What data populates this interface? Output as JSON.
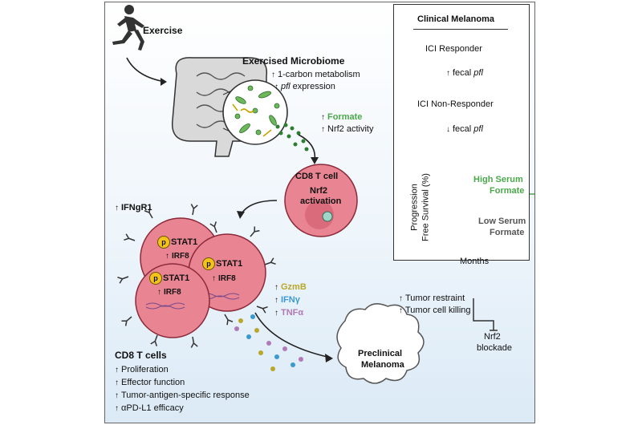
{
  "exercise": "Exercise",
  "microbiome": {
    "title": "Exercised Microbiome",
    "line1": "1-carbon metabolism",
    "line2_italic": "pfl",
    "line2_rest": " expression"
  },
  "formate": {
    "label": "Formate",
    "nrf2": "Nrf2 activity"
  },
  "cd8_top": {
    "title": "CD8 T cell",
    "line1": "Nrf2",
    "line2": "activation"
  },
  "ifngr1": "IFNgR1",
  "cells": {
    "p": "p",
    "stat1": "STAT1",
    "irf8": "IRF8"
  },
  "cytokines": {
    "gzmb": "GzmB",
    "ifny": "IFNγ",
    "tnfa": "TNFα"
  },
  "melanoma": {
    "line1": "Preclinical",
    "line2": "Melanoma"
  },
  "tumor": {
    "restraint": "Tumor restraint",
    "killing": "Tumor cell killing",
    "nrf2": "Nrf2",
    "blockade": "blockade"
  },
  "cd8_bottom": {
    "title": "CD8 T cells",
    "items": [
      "Proliferation",
      "Effector function",
      "Tumor-antigen-specific response",
      "αPD-L1 efficacy"
    ]
  },
  "clinical": {
    "title": "Clinical Melanoma",
    "responder": "ICI Responder",
    "responder_fecal": "fecal ",
    "responder_pfl": "pfl",
    "nonresponder": "ICI Non-Responder",
    "nonresponder_fecal": "fecal ",
    "nonresponder_pfl": "pfl",
    "yaxis1": "Progression",
    "yaxis2": "Free Survival (%)",
    "high1": "High Serum",
    "high2": "Formate",
    "low1": "Low Serum",
    "low2": "Formate",
    "xaxis": "Months"
  },
  "colors": {
    "green": "#4aa84a",
    "gzmb": "#b9a72a",
    "ifny": "#3a9ad0",
    "tnfa": "#b07ab8",
    "cell": "#e77f8d",
    "gray": "#555555"
  }
}
